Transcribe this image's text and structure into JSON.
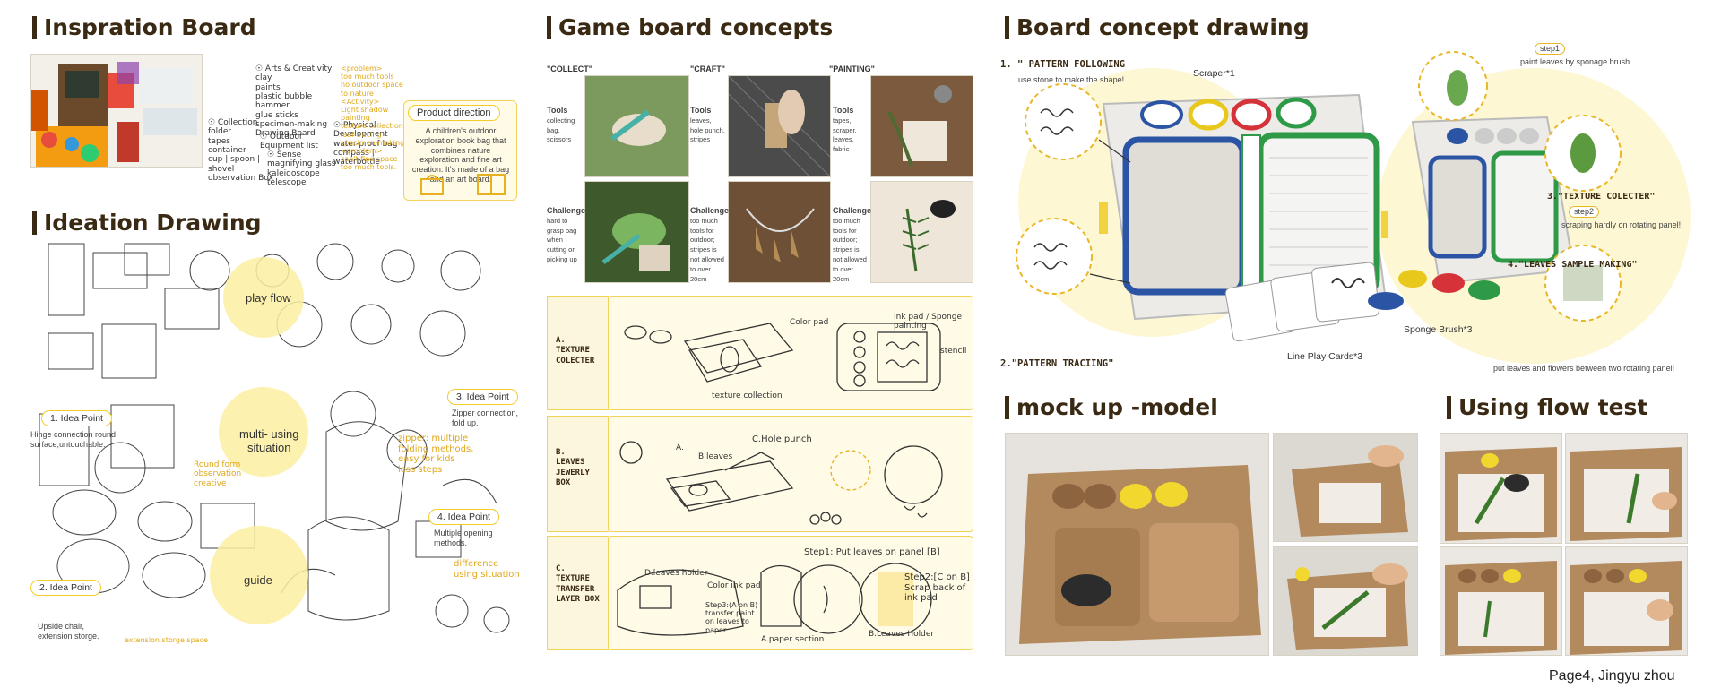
{
  "sections": {
    "inspiration_title": "Inspration Board",
    "ideation_title": "Ideation Drawing",
    "game_title": "Game board concepts",
    "concept_title": "Board concept drawing",
    "mockup_title": "mock up -model",
    "flow_title": "Using flow test"
  },
  "inspiration": {
    "notes_col1": "☉ Arts & Creativity\nclay\npaints\nplastic bubble\nhammer\nglue sticks\nspecimen-making\nDrawing Board",
    "notes_col2": "☉ Collection\nfolder\ntapes\ncontainer\ncup | spoon | shovel\nobservation Box",
    "notes_col3": "☉ Outdoor Equipment list",
    "notes_col4": "☉ Sense\nmagnifying glass\nkaleidoscope\ntelescope",
    "notes_col5": "☉ Physical Development\nwater-proof bag\ncompass | waterbottle",
    "yellow_notes": "<problem>\ntoo much tools\nno outdoor space\nto nature\n<Activity>\nLight shadow painting\ntexture collection\nleaf-tracing\nspecimen-making\n<problem>\ncan't find space\ntoo much tools.",
    "product_direction_title": "Product direction",
    "product_direction_text": "A children's outdoor exploration book bag that combines nature exploration and fine art creation. It's made of a bag and an art board."
  },
  "ideation": {
    "blob1": "play flow",
    "blob2": "multi- using\nsituation",
    "blob3": "guide",
    "idea1_title": "1. Idea Point",
    "idea1_text": "Hinge connection round surface,untouchable.",
    "idea2_title": "2. Idea Point",
    "idea2_text": "Upside chair,\nextension storge.",
    "idea3_title": "3. Idea Point",
    "idea3_text": "Zipper connection,\nfold up.",
    "idea4_title": "4. Idea Point",
    "idea4_text": "Multiple opening\nmethods.",
    "yellow_note1": "zipper: multiple\nfolding methods,\neasy for kids\nless steps",
    "yellow_note2": "difference\nusing situation",
    "yellow_note3": "Round form\nobservation\ncreative",
    "yellow_note4": "extension storge space"
  },
  "game": {
    "col_collect": "\"COLLECT\"",
    "col_craft": "\"CRAFT\"",
    "col_painting": "\"PAINTING\"",
    "tools_label": "Tools",
    "challenge_label": "Challenge",
    "collect_tools": "collecting bag, scissors",
    "collect_challenge": "hard to grasp bag when cutting or picking up",
    "craft_tools": "leaves, hole punch, stripes",
    "craft_challenge": "too much tools for outdoor; stripes is not allowed to over 20cm",
    "painting_tools": "tapes, scraper, leaves, fabric",
    "painting_challenge": "too much tools for outdoor; stripes is not allowed to over 20cm",
    "box_a_label": "A.\nTEXTURE\nCOLECTER",
    "box_b_label": "B.\nLEAVES\nJEWERLY\nBOX",
    "box_c_label": "C.\nTEXTURE\nTRANSFER\nLAYER BOX",
    "a_note1": "Color pad",
    "a_note2": "Ink pad / Sponge\npainting",
    "a_note3": "stencil",
    "a_note4": "texture collection",
    "b_note1": "C.Hole punch",
    "b_note2": "A.",
    "b_note3": "B.leaves",
    "c_note1": "D.leaves holder",
    "c_note2": "Color ink pad",
    "c_note3": "Step1: Put leaves on panel [B]",
    "c_note4": "Step2:[C on B]\nScrap back of\nink pad",
    "c_note5": "Step3:(A on B)\ntransfer paint\non leaves to\npaper",
    "c_note6": "A.paper section",
    "c_note7": "B.Leaves Holder"
  },
  "concept": {
    "pattern_following": "1. \" PATTERN FOLLOWING",
    "pattern_following_sub": "use stone to make the shape!",
    "scraper": "Scraper*1",
    "step1": "step1",
    "step1_text": "paint leaves by sponage brush",
    "texture_collecter": "3.\"TEXTURE COLECTER\"",
    "step2": "step2",
    "step2_text": "scraping hardly on rotating panel!",
    "leaves_sample": "4.\"LEAVES SAMPLE MAKING\"",
    "sponge_brush": "Sponge Brush*3",
    "line_play": "Line Play Cards*3",
    "pattern_tracing": "2.\"PATTERN TRACIING\"",
    "put_leaves": "put leaves and flowers  between two rotating panel!"
  },
  "footer": {
    "page": "Page4, Jingyu zhou"
  }
}
